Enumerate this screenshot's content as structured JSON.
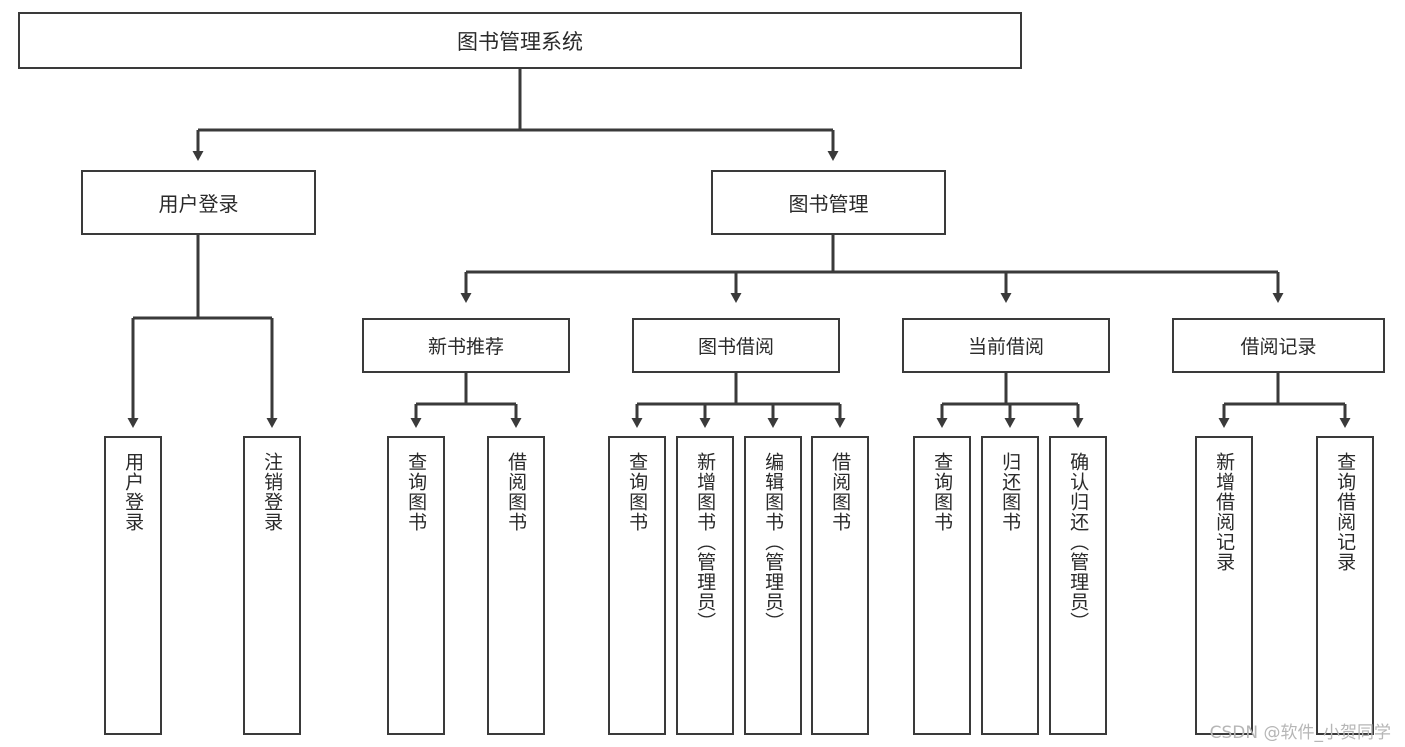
{
  "diagram": {
    "type": "hierarchy-tree",
    "title": "图书管理系统",
    "orientation": "top-down",
    "edge_style": "orthogonal-with-arrowheads",
    "colors": {
      "box_border": "#3a3a3a",
      "box_fill": "#ffffff",
      "edge": "#3a3a3a",
      "text": "#2a2a2a",
      "background": "#ffffff",
      "watermark": "#b6b6b6"
    },
    "root": {
      "label": "图书管理系统"
    },
    "level2": [
      {
        "label": "用户登录"
      },
      {
        "label": "图书管理"
      }
    ],
    "level3": [
      {
        "label": "新书推荐"
      },
      {
        "label": "图书借阅"
      },
      {
        "label": "当前借阅"
      },
      {
        "label": "借阅记录"
      }
    ],
    "leaves": {
      "user_login": [
        {
          "label": "用户登录"
        },
        {
          "label": "注销登录"
        }
      ],
      "new_book_recommend": [
        {
          "label": "查询图书"
        },
        {
          "label": "借阅图书"
        }
      ],
      "book_borrow": [
        {
          "label": "查询图书"
        },
        {
          "label": "新增图书（管理员）"
        },
        {
          "label": "编辑图书（管理员）"
        },
        {
          "label": "借阅图书"
        }
      ],
      "current_borrow": [
        {
          "label": "查询图书"
        },
        {
          "label": "归还图书"
        },
        {
          "label": "确认归还（管理员）"
        }
      ],
      "borrow_records": [
        {
          "label": "新增借阅记录"
        },
        {
          "label": "查询借阅记录"
        }
      ]
    }
  },
  "watermark": {
    "text": "CSDN @软件_小贺同学"
  }
}
